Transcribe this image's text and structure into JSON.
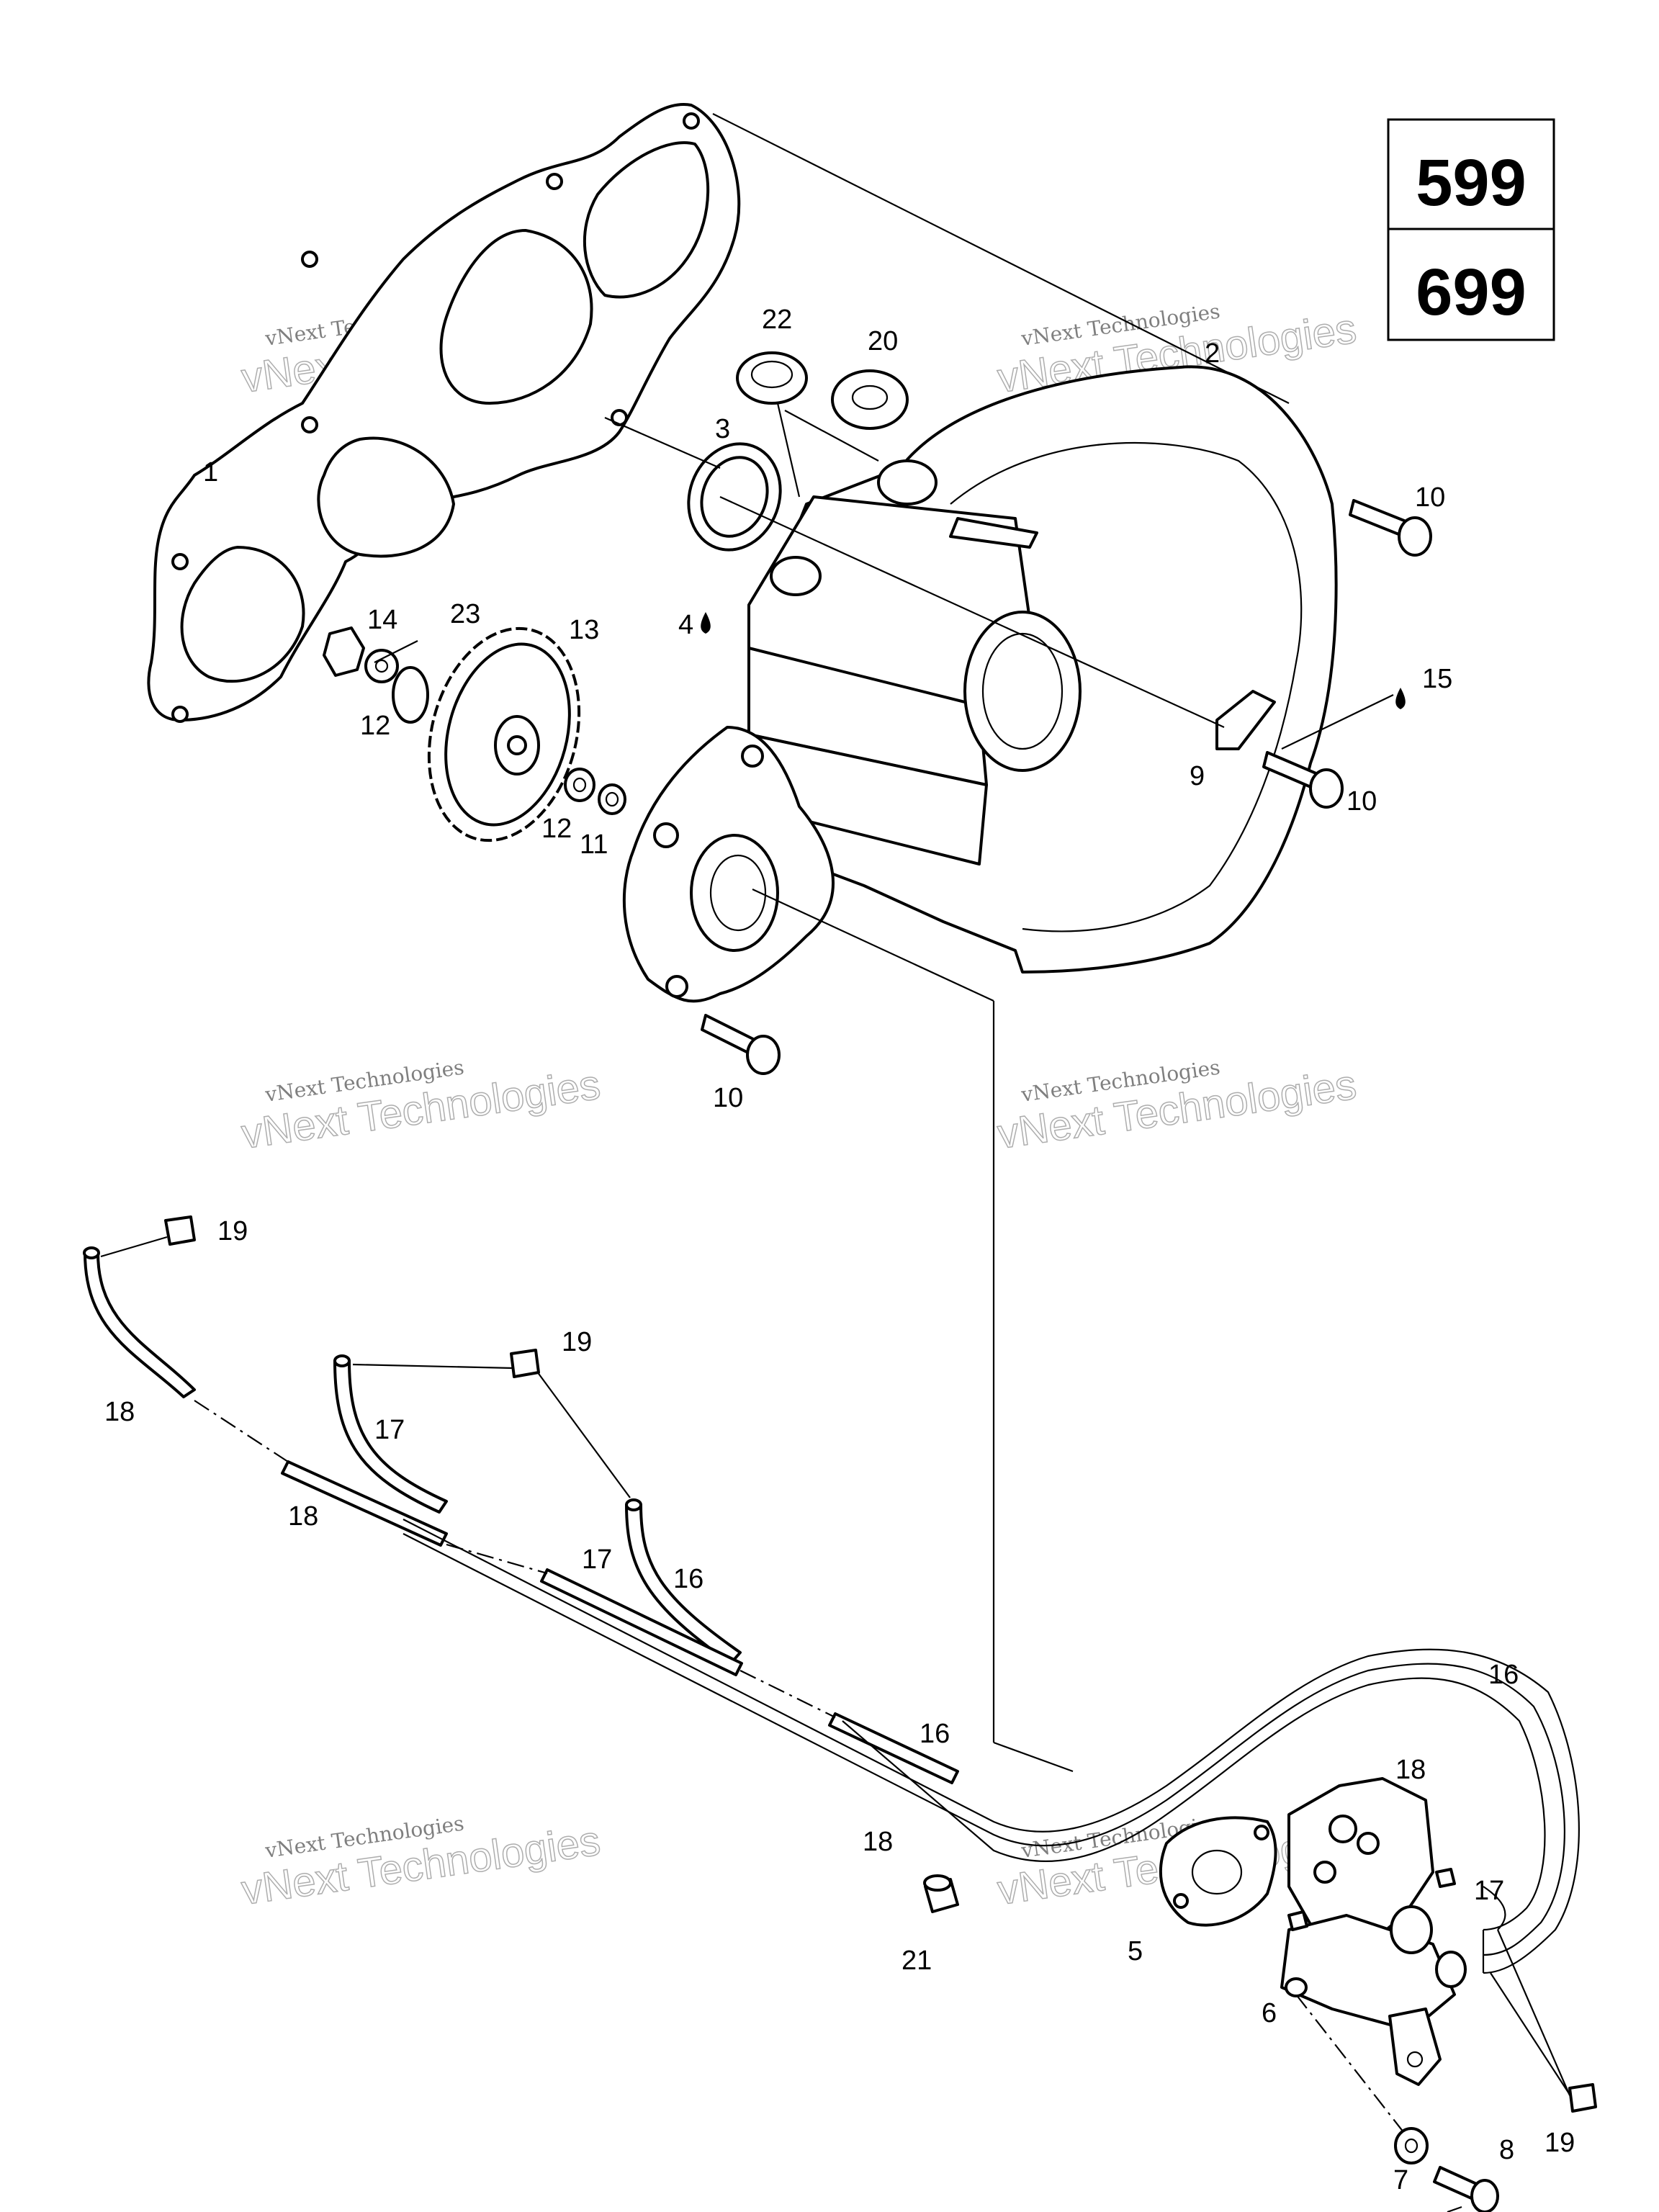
{
  "model_box": {
    "top": "599",
    "bottom": "699"
  },
  "watermark": {
    "line1": "vNext Technologies",
    "line2": "vNext Technologies"
  },
  "callouts": [
    {
      "label": "1"
    },
    {
      "label": "22"
    },
    {
      "label": "20"
    },
    {
      "label": "2"
    },
    {
      "label": "3"
    },
    {
      "label": "10"
    },
    {
      "label": "4"
    },
    {
      "label": "14"
    },
    {
      "label": "23"
    },
    {
      "label": "13"
    },
    {
      "label": "15"
    },
    {
      "label": "12"
    },
    {
      "label": "9"
    },
    {
      "label": "10"
    },
    {
      "label": "12"
    },
    {
      "label": "11"
    },
    {
      "label": "10"
    },
    {
      "label": "19"
    },
    {
      "label": "19"
    },
    {
      "label": "18"
    },
    {
      "label": "17"
    },
    {
      "label": "18"
    },
    {
      "label": "17"
    },
    {
      "label": "16"
    },
    {
      "label": "16"
    },
    {
      "label": "16"
    },
    {
      "label": "18"
    },
    {
      "label": "18"
    },
    {
      "label": "17"
    },
    {
      "label": "21"
    },
    {
      "label": "5"
    },
    {
      "label": "6"
    },
    {
      "label": "19"
    },
    {
      "label": "8"
    },
    {
      "label": "7"
    }
  ]
}
